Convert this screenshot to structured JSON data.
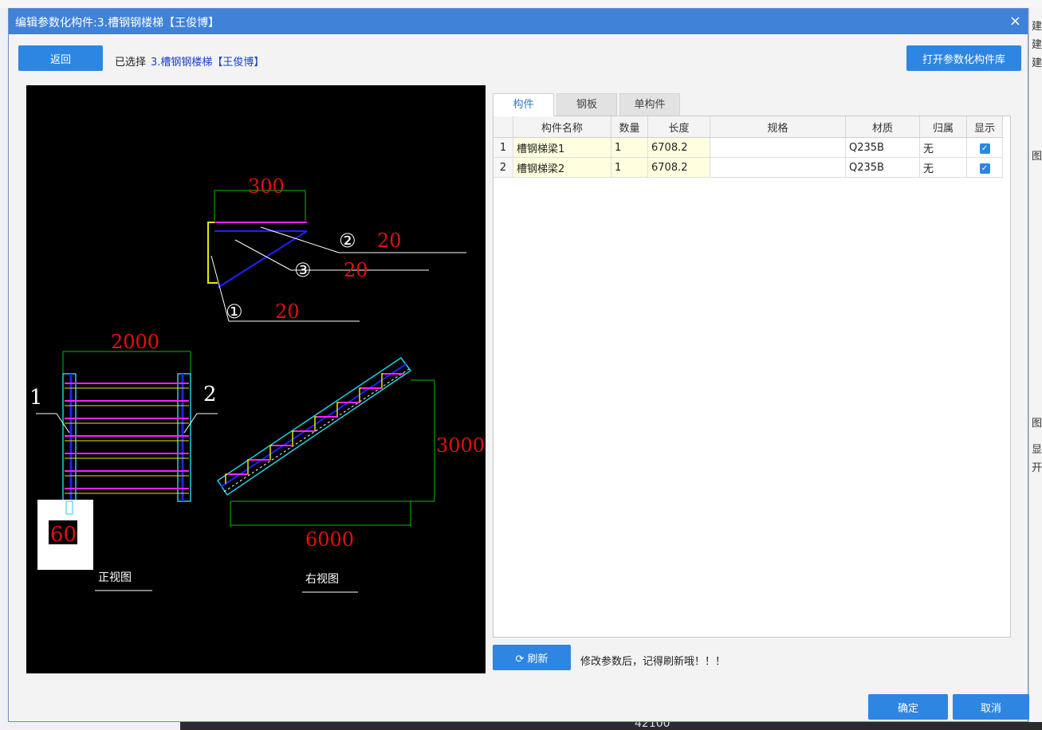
{
  "dialog": {
    "title": "编辑参数化构件:3.槽钢钢楼梯【王俊博】",
    "close": "×"
  },
  "toolbar": {
    "back_label": "返回",
    "selected_prefix": "已选择",
    "selected_value": "3.槽钢钢楼梯【王俊博】",
    "open_library_label": "打开参数化构件库"
  },
  "drawing": {
    "detail_dim_width": "300",
    "callout_2": "②",
    "callout_3": "③",
    "callout_1": "①",
    "callout_2_value": "20",
    "callout_3_value": "20",
    "callout_1_value": "20",
    "front_width": "2000",
    "label_left": "1",
    "label_right": "2",
    "front_bottom_value": "60",
    "side_height": "3000",
    "side_length": "6000",
    "front_view_caption": "正视图",
    "side_view_caption": "右视图"
  },
  "tabs": [
    "构件",
    "钢板",
    "单构件"
  ],
  "table": {
    "headers": [
      "构件名称",
      "数量",
      "长度",
      "规格",
      "材质",
      "归属",
      "显示"
    ],
    "rows": [
      {
        "index": "1",
        "name": "槽钢梯梁1",
        "qty": "1",
        "length": "6708.2",
        "spec": "",
        "material": "Q235B",
        "owner": "无",
        "show": true
      },
      {
        "index": "2",
        "name": "槽钢梯梁2",
        "qty": "1",
        "length": "6708.2",
        "spec": "",
        "material": "Q235B",
        "owner": "无",
        "show": true
      }
    ]
  },
  "footer": {
    "refresh_label": "刷新",
    "hint": "修改参数后，记得刷新哦！！！",
    "confirm_label": "确定",
    "cancel_label": "取消"
  },
  "background": {
    "right_glyphs": [
      "建",
      "建",
      "建",
      "图",
      "图",
      "显",
      "开"
    ],
    "bottom_text": "42100"
  },
  "icons": {
    "refresh": "refresh-icon",
    "close": "close-icon",
    "checkbox": "checkbox-checked-icon"
  }
}
